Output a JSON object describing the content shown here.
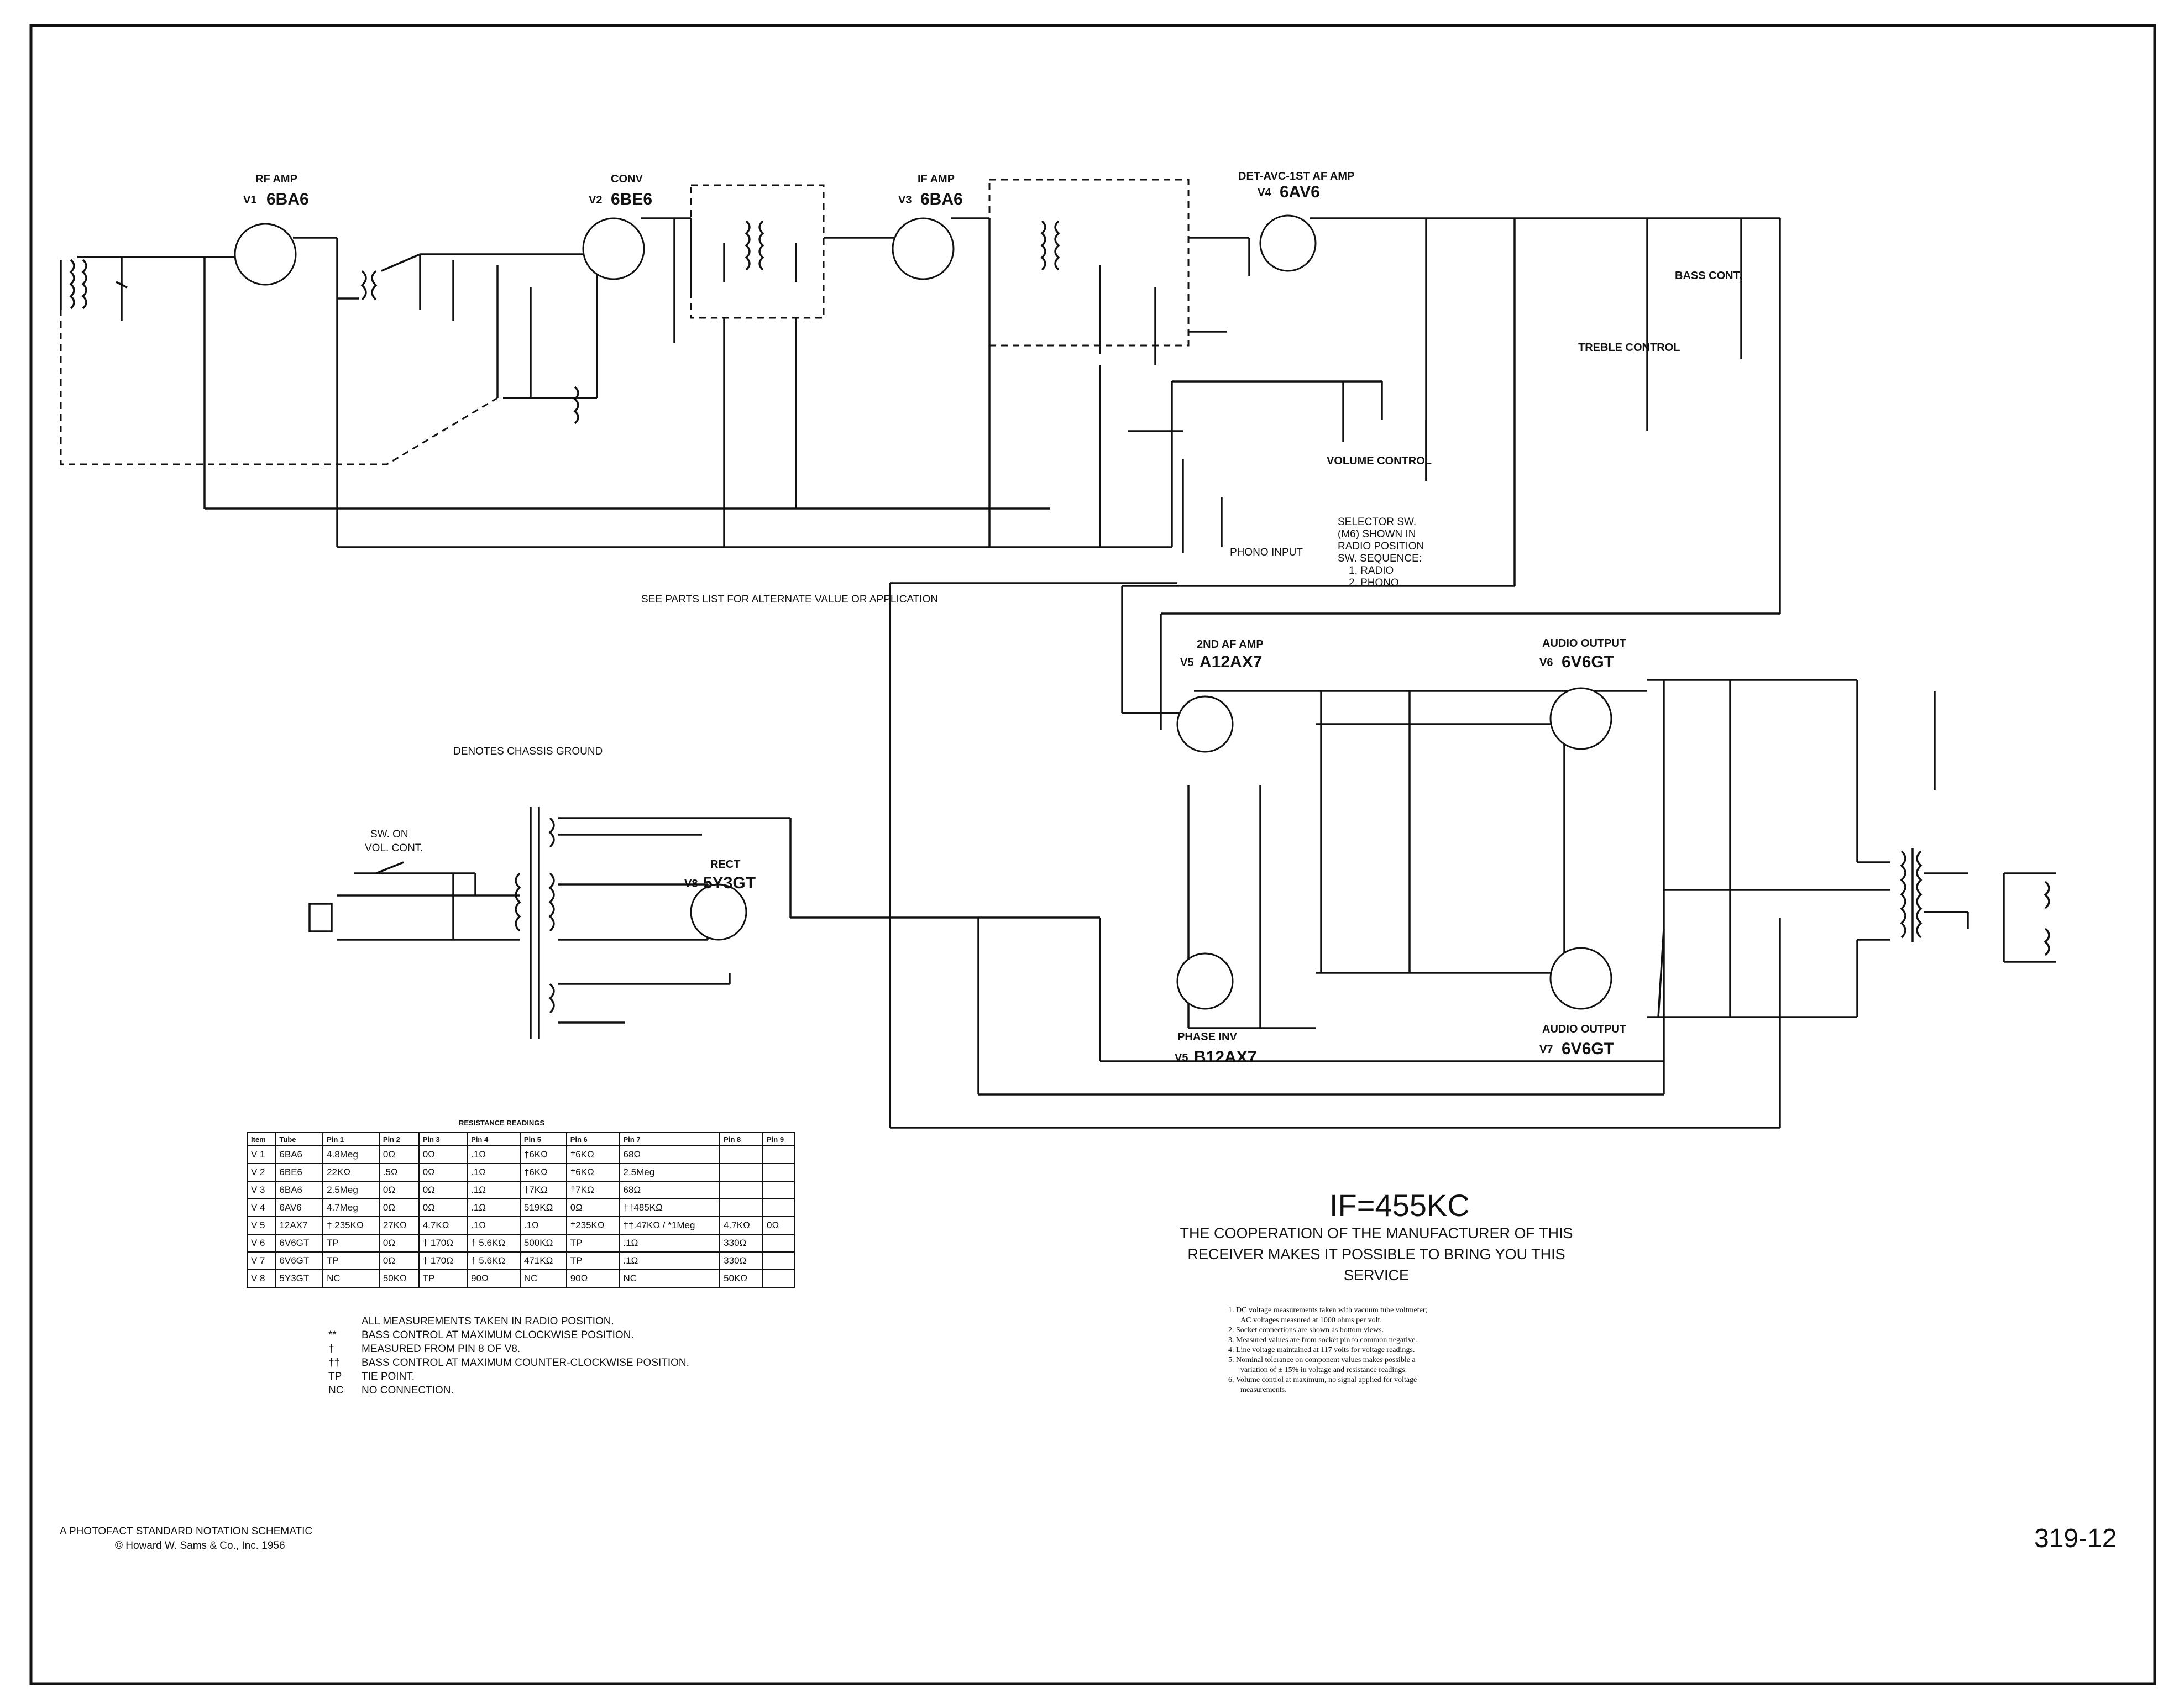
{
  "tubes": {
    "v1": {
      "id": "V1",
      "func": "RF AMP",
      "type": "6BA6"
    },
    "v2": {
      "id": "V2",
      "func": "CONV",
      "type": "6BE6"
    },
    "v3": {
      "id": "V3",
      "func": "IF AMP",
      "type": "6BA6"
    },
    "v4": {
      "id": "V4",
      "func": "DET-AVC-1ST AF AMP",
      "type": "6AV6"
    },
    "v5a": {
      "id": "V5",
      "func": "2ND AF AMP",
      "type": "A12AX7"
    },
    "v5b": {
      "id": "V5",
      "func": "PHASE INV",
      "type": "B12AX7"
    },
    "v6": {
      "id": "V6",
      "func": "AUDIO OUTPUT",
      "type": "6V6GT"
    },
    "v7": {
      "id": "V7",
      "func": "AUDIO OUTPUT",
      "type": "6V6GT"
    },
    "v8": {
      "id": "V8",
      "func": "RECT",
      "type": "5Y3GT"
    }
  },
  "controls": {
    "volume": "VOLUME CONTROL",
    "bass": "BASS CONT.",
    "treble": "TREBLE CONTROL",
    "phono": "PHONO INPUT",
    "selector": [
      "SELECTOR SW.",
      "(M6) SHOWN IN",
      "RADIO POSITION",
      "SW. SEQUENCE:",
      "1. RADIO",
      "2. PHONO"
    ],
    "power_switch": [
      "SW. ON",
      "VOL. CONT."
    ]
  },
  "notes_center": {
    "parts": "SEE PARTS LIST FOR ALTERNATE VALUE OR APPLICATION",
    "ground": "DENOTES CHASSIS GROUND"
  },
  "if_freq": "IF=455KC",
  "cooperation": [
    "THE COOPERATION OF THE MANUFACTURER OF THIS",
    "RECEIVER MAKES IT POSSIBLE TO BRING YOU THIS SERVICE"
  ],
  "resistance": {
    "title": "RESISTANCE READINGS",
    "headers": [
      "Item",
      "Tube",
      "Pin 1",
      "Pin 2",
      "Pin 3",
      "Pin 4",
      "Pin 5",
      "Pin 6",
      "Pin 7",
      "Pin 8",
      "Pin 9"
    ],
    "rows": [
      [
        "V 1",
        "6BA6",
        "4.8Meg",
        "0Ω",
        "0Ω",
        ".1Ω",
        "†6KΩ",
        "†6KΩ",
        "68Ω",
        "",
        ""
      ],
      [
        "V 2",
        "6BE6",
        "22KΩ",
        ".5Ω",
        "0Ω",
        ".1Ω",
        "†6KΩ",
        "†6KΩ",
        "2.5Meg",
        "",
        ""
      ],
      [
        "V 3",
        "6BA6",
        "2.5Meg",
        "0Ω",
        "0Ω",
        ".1Ω",
        "†7KΩ",
        "†7KΩ",
        "68Ω",
        "",
        ""
      ],
      [
        "V 4",
        "6AV6",
        "4.7Meg",
        "0Ω",
        "0Ω",
        ".1Ω",
        "519KΩ",
        "0Ω",
        "††485KΩ",
        "",
        ""
      ],
      [
        "V 5",
        "12AX7",
        "† 235KΩ",
        "27KΩ",
        "4.7KΩ",
        ".1Ω",
        ".1Ω",
        "†235KΩ",
        "††.47KΩ / *1Meg",
        "4.7KΩ",
        "0Ω"
      ],
      [
        "V 6",
        "6V6GT",
        "TP",
        "0Ω",
        "† 170Ω",
        "† 5.6KΩ",
        "500KΩ",
        "TP",
        ".1Ω",
        "330Ω",
        ""
      ],
      [
        "V 7",
        "6V6GT",
        "TP",
        "0Ω",
        "† 170Ω",
        "† 5.6KΩ",
        "471KΩ",
        "TP",
        ".1Ω",
        "330Ω",
        ""
      ],
      [
        "V 8",
        "5Y3GT",
        "NC",
        "50KΩ",
        "TP",
        "90Ω",
        "NC",
        "90Ω",
        "NC",
        "50KΩ",
        ""
      ]
    ]
  },
  "table_notes": [
    {
      "sym": "",
      "text": "ALL MEASUREMENTS TAKEN IN RADIO POSITION."
    },
    {
      "sym": "**",
      "text": "BASS CONTROL AT MAXIMUM CLOCKWISE POSITION."
    },
    {
      "sym": "†",
      "text": "MEASURED FROM PIN 8 OF V8."
    },
    {
      "sym": "††",
      "text": "BASS CONTROL AT MAXIMUM COUNTER-CLOCKWISE POSITION."
    },
    {
      "sym": "TP",
      "text": "TIE POINT."
    },
    {
      "sym": "NC",
      "text": "NO CONNECTION."
    }
  ],
  "voltage_notes": [
    "1. DC voltage measurements taken with vacuum tube voltmeter;",
    "AC voltages measured at 1000 ohms per volt.",
    "2. Socket connections are shown as bottom views.",
    "3. Measured values are from socket pin to common negative.",
    "4. Line voltage maintained at 117 volts for voltage readings.",
    "5. Nominal tolerance on component values makes possible a",
    "variation of ± 15% in voltage and resistance readings.",
    "6. Volume control at maximum, no signal applied for voltage",
    "measurements."
  ],
  "footer": {
    "line1": "A PHOTOFACT STANDARD NOTATION SCHEMATIC",
    "line2": "© Howard W. Sams & Co., Inc. 1956",
    "page_code": "319-12"
  }
}
